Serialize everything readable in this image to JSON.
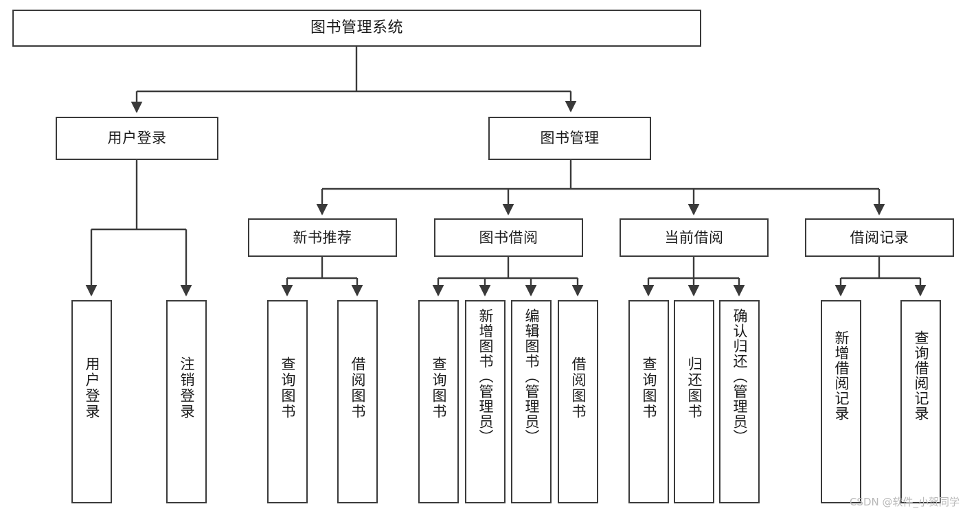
{
  "diagram": {
    "title": "图书管理系统",
    "type": "tree-hierarchy-chart",
    "root": {
      "id": "root",
      "label": "图书管理系统"
    },
    "level2": [
      {
        "id": "user-login",
        "label": "用户登录"
      },
      {
        "id": "book-manage",
        "label": "图书管理"
      }
    ],
    "level3": [
      {
        "id": "new-book-recommend",
        "label": "新书推荐"
      },
      {
        "id": "book-borrow",
        "label": "图书借阅"
      },
      {
        "id": "current-borrow",
        "label": "当前借阅"
      },
      {
        "id": "borrow-record",
        "label": "借阅记录"
      }
    ],
    "leaves": {
      "user_login": [
        {
          "id": "leaf-user-login",
          "label": "用户登录"
        },
        {
          "id": "leaf-logout-login",
          "label": "注销登录"
        }
      ],
      "new_book_recommend": [
        {
          "id": "leaf-query-book-1",
          "label": "查询图书"
        },
        {
          "id": "leaf-borrow-book-1",
          "label": "借阅图书"
        }
      ],
      "book_borrow": [
        {
          "id": "leaf-query-book-2",
          "label": "查询图书"
        },
        {
          "id": "leaf-add-book",
          "label": "新增图书（管理员）"
        },
        {
          "id": "leaf-edit-book",
          "label": "编辑图书（管理员）"
        },
        {
          "id": "leaf-borrow-book-2",
          "label": "借阅图书"
        }
      ],
      "current_borrow": [
        {
          "id": "leaf-query-book-3",
          "label": "查询图书"
        },
        {
          "id": "leaf-return-book",
          "label": "归还图书"
        },
        {
          "id": "leaf-confirm-return",
          "label": "确认归还（管理员）"
        }
      ],
      "borrow_record": [
        {
          "id": "leaf-add-record",
          "label": "新增借阅记录"
        },
        {
          "id": "leaf-query-record",
          "label": "查询借阅记录"
        }
      ]
    }
  },
  "watermark": {
    "text": "CSDN @软件_小贺同学"
  },
  "colors": {
    "border": "#3a3a3a",
    "background": "#ffffff",
    "text": "#1b1b1b",
    "edge": "#3a3a3a",
    "watermark": "#b9b9b9"
  }
}
